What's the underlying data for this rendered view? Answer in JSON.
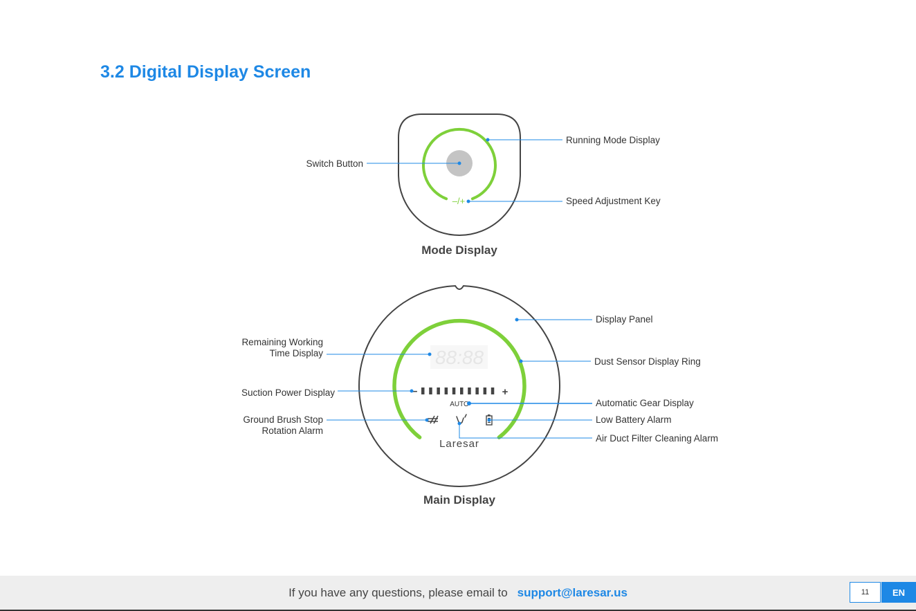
{
  "section_title": "3.2 Digital Display Screen",
  "mode_display": {
    "caption": "Mode Display",
    "speed_symbol": "–/+",
    "labels": {
      "switch_button": "Switch Button",
      "running_mode": "Running Mode Display",
      "speed_key": "Speed Adjustment Key"
    }
  },
  "main_display": {
    "caption": "Main Display",
    "time_digits": "88:88",
    "auto_text": "AUTO",
    "brand": "Laresar",
    "power_minus": "–",
    "power_plus": "+",
    "power_bars": 10,
    "labels": {
      "display_panel": "Display Panel",
      "remaining_time_line1": "Remaining Working",
      "remaining_time_line2": "Time Display",
      "dust_ring": "Dust Sensor Display Ring",
      "suction_power": "Suction Power Display",
      "auto_gear": "Automatic Gear Display",
      "brush_alarm_line1": "Ground Brush Stop",
      "brush_alarm_line2": "Rotation Alarm",
      "low_battery": "Low Battery Alarm",
      "filter_alarm": "Air Duct Filter Cleaning Alarm"
    }
  },
  "footer": {
    "text": "If you have any questions, please email to",
    "email": "support@laresar.us",
    "page_number": "11",
    "language": "EN"
  },
  "colors": {
    "accent_blue": "#1e88e5",
    "ring_green": "#7ed03a",
    "outline_dark": "#444444"
  }
}
